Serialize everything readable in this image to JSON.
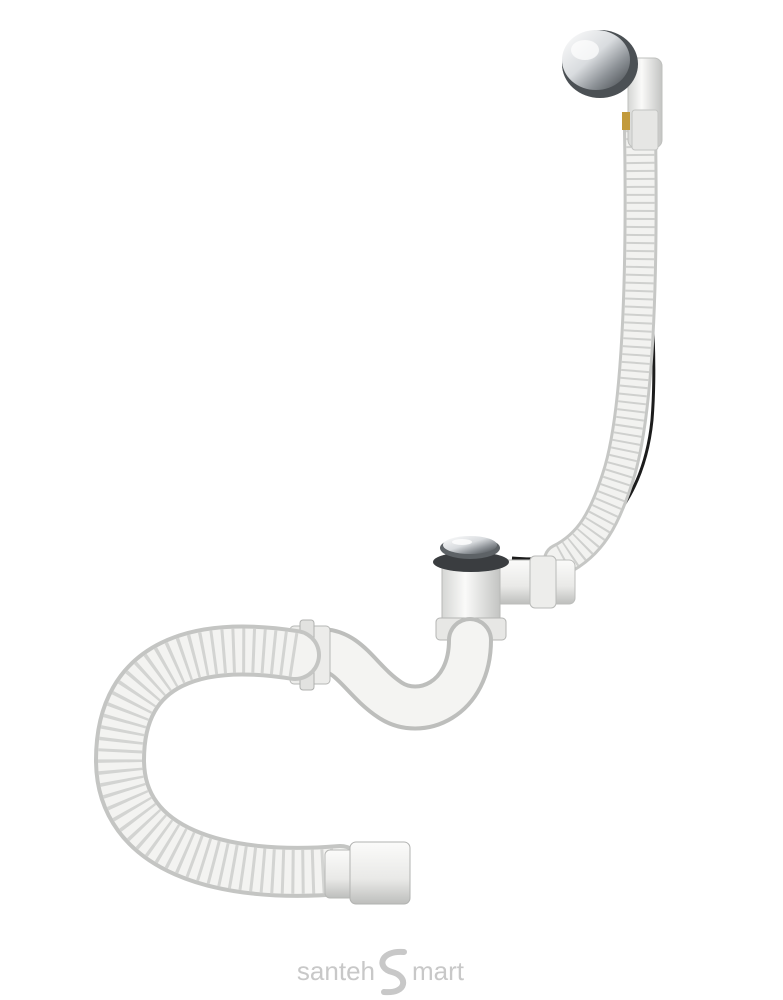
{
  "image": {
    "subject": "bath-drain-overflow-kit",
    "background_color": "#ffffff",
    "colors": {
      "pipe_white": "#f1f1ef",
      "pipe_shadow": "#c9cac8",
      "chrome_light": "#f4f5f6",
      "chrome_dark": "#6f7377",
      "cable": "#1c1c1c",
      "brass": "#c29a3c"
    }
  },
  "watermark": {
    "text_left": "santeh",
    "text_right": "mart",
    "logo_letter": "S",
    "color": "#c8c8c8"
  }
}
